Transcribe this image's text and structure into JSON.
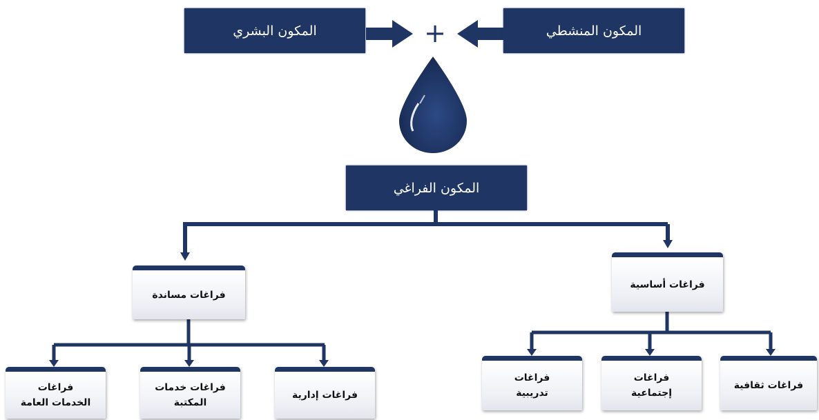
{
  "top": {
    "human_component": "المكون البشري",
    "activity_component": "المكون المنشطي",
    "plus": "+"
  },
  "center": {
    "spatial_component": "المكون الفراغي"
  },
  "branches": {
    "support": {
      "label": "فراغات مساندة",
      "children": [
        {
          "line1": "فراغات",
          "line2": "الخدمات العامة"
        },
        {
          "line1": "فراغات خدمات",
          "line2": "المكتبة"
        },
        {
          "line1": "فراغات إدارية",
          "line2": ""
        }
      ]
    },
    "basic": {
      "label": "فراغات أساسية",
      "children": [
        {
          "line1": "فراغات",
          "line2": "تدريبية"
        },
        {
          "line1": "فراغات",
          "line2": "إجتماعية"
        },
        {
          "line1": "فراغات ثقافية",
          "line2": ""
        }
      ]
    }
  },
  "colors": {
    "navy": "#1f3564",
    "line": "#1f3564",
    "drop": "#1f3564"
  }
}
